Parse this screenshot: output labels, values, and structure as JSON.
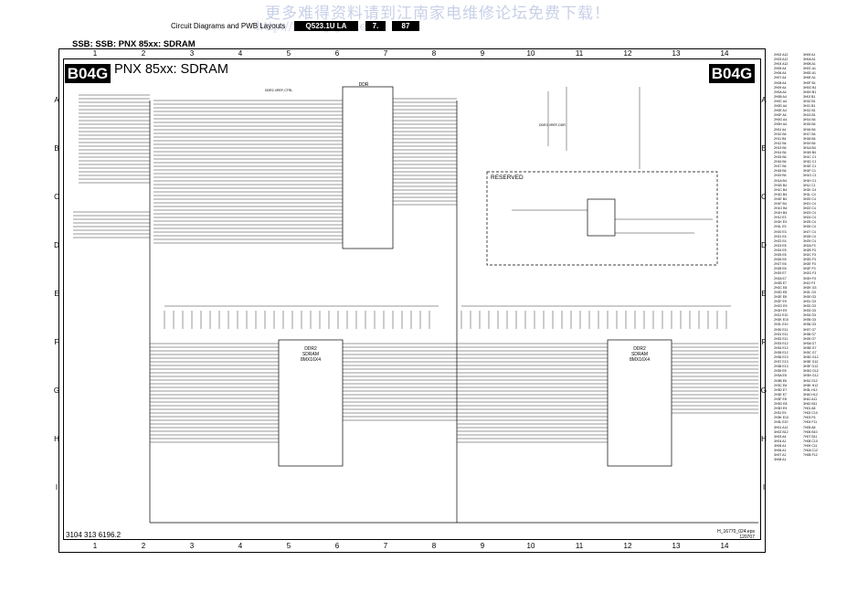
{
  "watermark": "更多难得资料请到江南家电维修论坛免费下载！",
  "watermark_url": "http://www.jnjd.net",
  "header": {
    "title": "Circuit Diagrams and PWB Layouts",
    "model": "Q523.1U LA",
    "section": "7.",
    "page": "87"
  },
  "sheet_title": "SSB: SSB: PNX 85xx: SDRAM",
  "diagram": {
    "badge": "B04G",
    "title": "PNX 85xx: SDRAM",
    "footer_left": "3104 313 6196.2",
    "footer_right_1": "H_16770_024.eps",
    "footer_right_2": "120707"
  },
  "grid": {
    "columns": [
      "1",
      "2",
      "3",
      "4",
      "5",
      "6",
      "7",
      "8",
      "9",
      "10",
      "11",
      "12",
      "13",
      "14"
    ],
    "rows": [
      "A",
      "B",
      "C",
      "D",
      "E",
      "F",
      "G",
      "H",
      "I"
    ]
  },
  "blocks": {
    "ddr_label": "DDR",
    "reserved_label": "RESERVED",
    "sdram1_line1": "DDR2",
    "sdram1_line2": "SDRAM",
    "sdram1_line3": "8MX16X4",
    "sdram2_line1": "DDR2",
    "sdram2_line2": "SDRAM",
    "sdram2_line3": "8MX16X4",
    "vref_label": "DDR2-VREF-CTRL",
    "vref_ddr_label": "DDR2-VREF-DDR"
  },
  "ref_list": [
    "2H02 A12",
    "2H03 A12",
    "2H04 A12",
    "2H05 A4",
    "2H06 A4",
    "2H07 A4",
    "2H08 A4",
    "2H09 A4",
    "2H0A A4",
    "2H0B A4",
    "2H0C A4",
    "2H0D A4",
    "2H0E A4",
    "2H0F A4",
    "2H0G A4",
    "2H0H A4",
    "2H0J A4",
    "2H10 B4",
    "2H11 B4",
    "2H12 B4",
    "2H13 B4",
    "2H14 B4",
    "2H15 B4",
    "2H16 B4",
    "2H17 B4",
    "2H18 B4",
    "2H19 B4",
    "2H1A B4",
    "2H1B B4",
    "2H1C B4",
    "2H1D B4",
    "2H1E B4",
    "2H1F B4",
    "2H1G B4",
    "2H1H B4",
    "2H1J E3",
    "2H1K E3",
    "2H1L E3",
    "2H20 E3",
    "2H21 E4",
    "2H22 E4",
    "2H23 E5",
    "2H24 E5",
    "2H25 E5",
    "2H26 E6",
    "2H27 E6",
    "2H28 E6",
    "2H29 E7",
    "2H2A E7",
    "2H2B E7",
    "2H2C E8",
    "2H2D E8",
    "2H2E E8",
    "2H2F E9",
    "2H2G E9",
    "2H2H E9",
    "2H2J E10",
    "2H2K E10",
    "2H2L E10",
    "2H30 E11",
    "2H31 E11",
    "2H32 E11",
    "2H33 E12",
    "2H34 E12",
    "2H35 E12",
    "2H36 E13",
    "2H37 E13",
    "2H38 E13",
    "2H39 E5",
    "2H3A E5",
    "2H3B E6",
    "2H3C E6",
    "2H3D E7",
    "2H3E E7",
    "2H3F E8",
    "2H3G E8",
    "2H3H E9",
    "2H3J E9",
    "2H3K E10",
    "2H3L E10",
    "3H01 A12",
    "3H02 B12",
    "3H03 A4",
    "3H04 A1",
    "3H05 A1",
    "3H06 A1",
    "3H07 A1",
    "3H08 A1",
    "3H09 A1",
    "3H0A A1",
    "3H0B A1",
    "3H0C A1",
    "3H0D A1",
    "3H0E A1",
    "3H0F B1",
    "3H0G B1",
    "3H0H B1",
    "3H0J B1",
    "3H10 B1",
    "3H11 B1",
    "3H12 B1",
    "3H13 B1",
    "3H14 B4",
    "3H15 B4",
    "3H16 B4",
    "3H17 B4",
    "3H18 B4",
    "3H19 B4",
    "3H1A B4",
    "3H1B B4",
    "3H1C C1",
    "3H1D C1",
    "3H1E C1",
    "3H1F C1",
    "3H1G C1",
    "3H1H C1",
    "3H1J C1",
    "3H1K C4",
    "3H1L C4",
    "3H20 C4",
    "3H21 C4",
    "3H22 C4",
    "3H23 C4",
    "3H24 C4",
    "3H25 C4",
    "3H26 C4",
    "3H27 C4",
    "3H28 C4",
    "3H29 C4",
    "3H2A F3",
    "3H2B F3",
    "3H2C F3",
    "3H2D F3",
    "3H2E F3",
    "3H2F F3",
    "3H2G F3",
    "3H2H F3",
    "3H2J F3",
    "3H2K G3",
    "3H2L G3",
    "3H30 G3",
    "3H31 G3",
    "3H32 G3",
    "3H33 G3",
    "3H34 G3",
    "3H35 G3",
    "3H36 G3",
    "3H37 G7",
    "3H38 G7",
    "3H39 G7",
    "3H3A G7",
    "3H3B G7",
    "3H3C G7",
    "3H3D G12",
    "3H3E G12",
    "3H3F G12",
    "3H3G G12",
    "3H3H G12",
    "3H3J G12",
    "3H3K H12",
    "3H3L H12",
    "3H40 H12",
    "3H41 A11",
    "3H42 B11",
    "7H01 A8",
    "7H02 C10",
    "7H03 F6",
    "7H04 F11",
    "7H05 A8",
    "7H06 B10",
    "7H07 B11",
    "7H08 C10",
    "7H09 C11",
    "7H0A C12",
    "7H0B F12"
  ]
}
